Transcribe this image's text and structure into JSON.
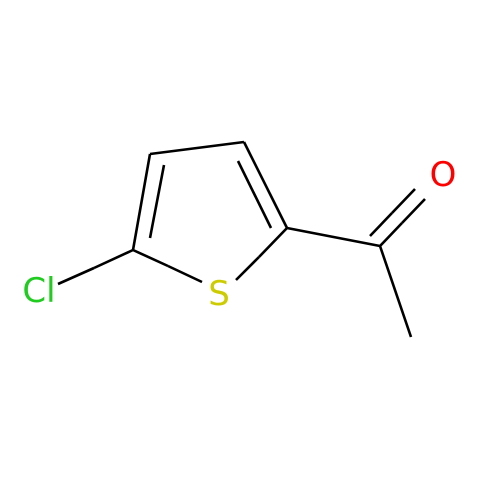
{
  "structure": {
    "atoms": [
      {
        "id": "cl",
        "label": "Cl",
        "color": "#1fcc1f"
      },
      {
        "id": "s",
        "label": "S",
        "color": "#cccc00"
      },
      {
        "id": "o",
        "label": "O",
        "color": "#ff0000"
      }
    ],
    "bond_color": "#000000",
    "bond_colors": {
      "cl": "#1fcc1f",
      "s": "#cccc00",
      "o": "#ff0000"
    }
  }
}
